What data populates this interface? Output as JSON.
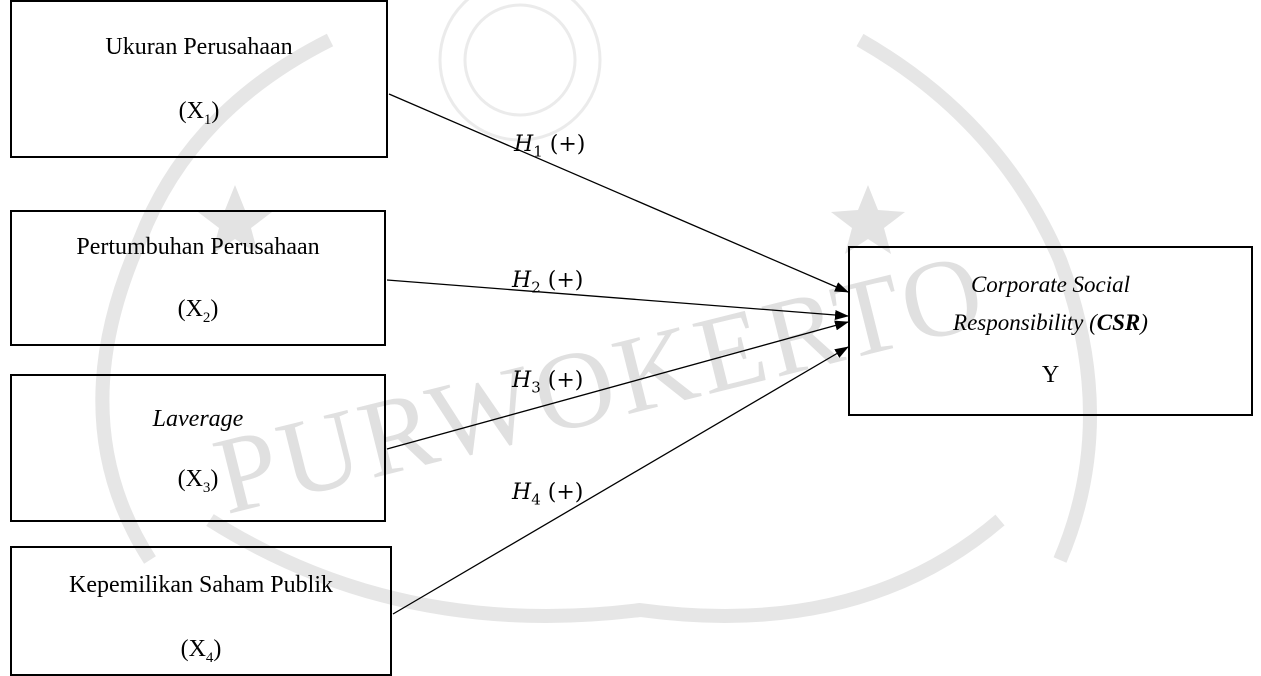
{
  "boxes": {
    "x1": {
      "name": "Ukuran Perusahaan",
      "code": "X",
      "sub": "1"
    },
    "x2": {
      "name": "Pertumbuhan Perusahaan",
      "code": "X",
      "sub": "2"
    },
    "x3": {
      "name": "Laverage",
      "code": "X",
      "sub": "3"
    },
    "x4": {
      "name": "Kepemilikan Saham Publik",
      "code": "X",
      "sub": "4"
    },
    "y": {
      "line1": "Corporate Social",
      "line2_a": "Responsibility (",
      "line2_b": "CSR",
      "line2_c": ")",
      "code": "Y"
    }
  },
  "hypotheses": [
    {
      "h": "H",
      "sub": "1",
      "sign": "(+)"
    },
    {
      "h": "H",
      "sub": "2",
      "sign": "(+)"
    },
    {
      "h": "H",
      "sub": "3",
      "sign": "(+)"
    },
    {
      "h": "H",
      "sub": "4",
      "sign": "(+)"
    }
  ],
  "watermark": {
    "text": "PURWOKERTO",
    "color": "#d9d9d9"
  }
}
